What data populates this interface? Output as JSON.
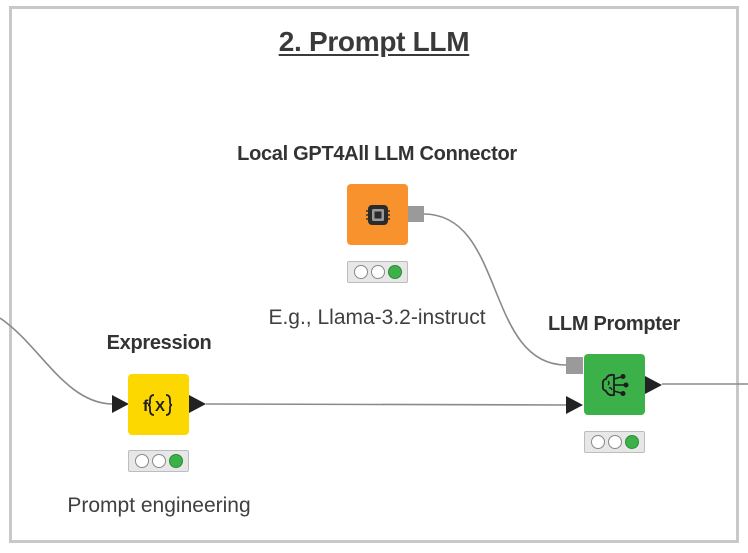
{
  "annotation": {
    "title": "2. Prompt LLM"
  },
  "nodes": {
    "gpt4all": {
      "name": "Local GPT4All LLM Connector",
      "annotation": "E.g., Llama-3.2-instruct",
      "color": "#f7922d",
      "icon": "gpt4all-chip-icon",
      "status": [
        "idle",
        "idle",
        "executed"
      ]
    },
    "expression": {
      "name": "Expression",
      "annotation": "Prompt engineering",
      "color": "#fdd800",
      "icon_text": "f(X)",
      "status": [
        "idle",
        "idle",
        "executed"
      ]
    },
    "prompter": {
      "name": "LLM Prompter",
      "annotation": "",
      "color": "#3cb14a",
      "icon": "brain-network-icon",
      "status": [
        "idle",
        "idle",
        "executed"
      ]
    }
  },
  "colors": {
    "frame_border": "#c8c8c8",
    "connection": "#8a8a8a",
    "status_on": "#3cb14a"
  }
}
